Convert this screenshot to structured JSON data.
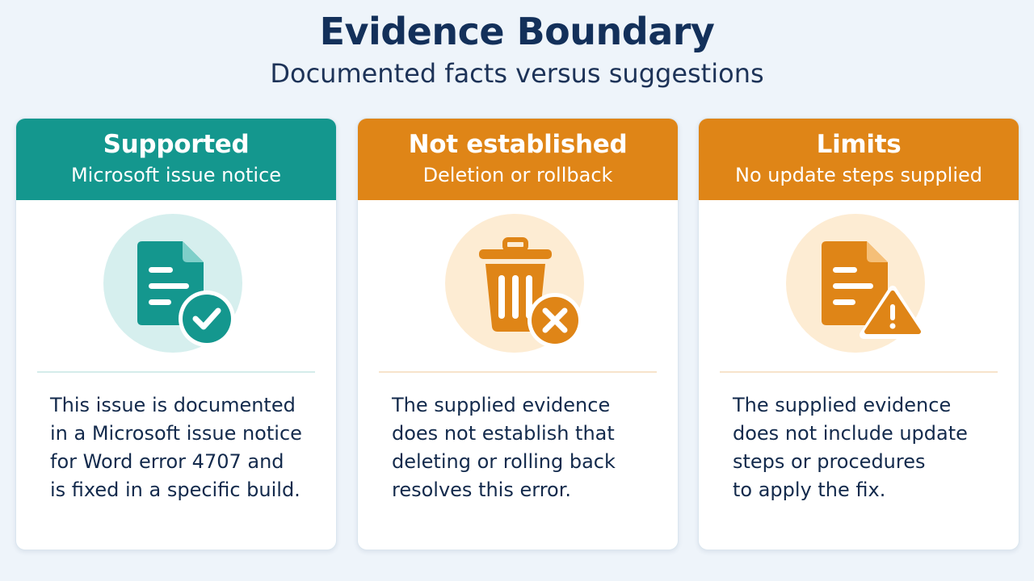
{
  "header": {
    "title": "Evidence Boundary",
    "subtitle": "Documented facts versus suggestions"
  },
  "colors": {
    "teal": "#14978e",
    "orange": "#df8517",
    "navy": "#13305a",
    "background": "#eef4fa"
  },
  "cards": [
    {
      "title": "Supported",
      "subtitle": "Microsoft issue notice",
      "icon": "document-check-icon",
      "body_lines": [
        "This issue is documented",
        "in a Microsoft issue notice",
        "for Word error 4707 and",
        "is fixed in a specific build."
      ]
    },
    {
      "title": "Not established",
      "subtitle": "Deletion or rollback",
      "icon": "trash-x-icon",
      "body_lines": [
        "The supplied evidence",
        "does not establish that",
        "deleting or rolling back",
        "resolves this error."
      ]
    },
    {
      "title": "Limits",
      "subtitle": "No update steps supplied",
      "icon": "document-warning-icon",
      "body_lines": [
        "The supplied evidence",
        "does not include update",
        "steps or procedures",
        "to apply the fix."
      ]
    }
  ]
}
